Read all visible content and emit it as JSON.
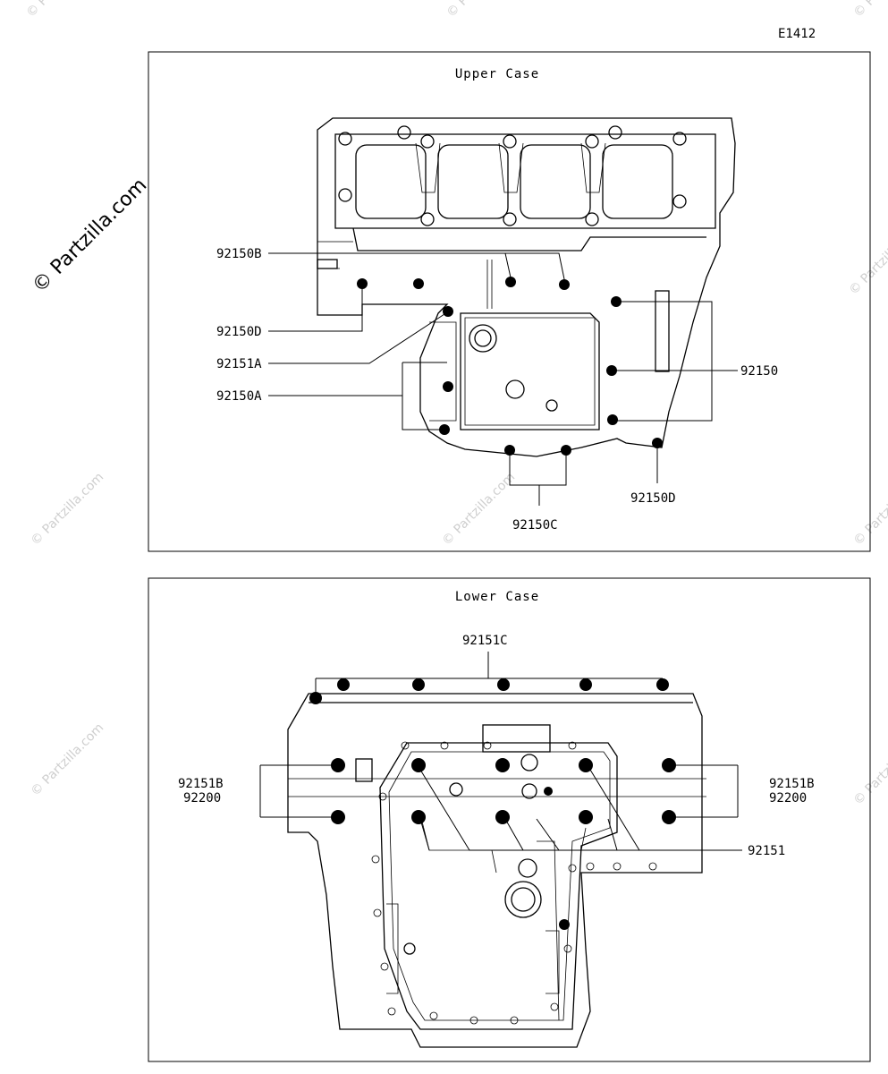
{
  "diagram_code": "E1412",
  "watermark": "© Partzilla.com",
  "panels": {
    "upper": {
      "title": "Upper Case",
      "callouts": [
        "92150B",
        "92150D",
        "92151A",
        "92150A",
        "92150",
        "92150D",
        "92150C"
      ]
    },
    "lower": {
      "title": "Lower Case",
      "callouts": [
        "92151C",
        "92151B",
        "92200",
        "92151B",
        "92200",
        "92151"
      ]
    }
  },
  "colors": {
    "line": "#000000",
    "watermark": "#cfcfcf",
    "background": "#ffffff"
  }
}
